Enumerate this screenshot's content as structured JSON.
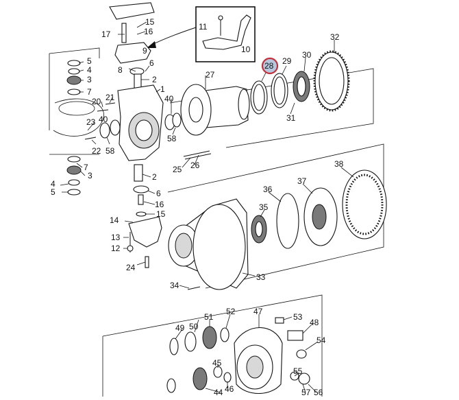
{
  "diagram": {
    "highlighted_part": "28",
    "highlight_color": "#c4303a",
    "highlight_fill": "#b6c6dc",
    "callouts": [
      {
        "label": "15"
      },
      {
        "label": "17"
      },
      {
        "label": "16"
      },
      {
        "label": "11"
      },
      {
        "label": "10"
      },
      {
        "label": "5"
      },
      {
        "label": "4"
      },
      {
        "label": "3"
      },
      {
        "label": "7"
      },
      {
        "label": "8"
      },
      {
        "label": "6"
      },
      {
        "label": "2"
      },
      {
        "label": "1"
      },
      {
        "label": "9"
      },
      {
        "label": "20"
      },
      {
        "label": "21"
      },
      {
        "label": "40"
      },
      {
        "label": "23"
      },
      {
        "label": "22"
      },
      {
        "label": "58"
      },
      {
        "label": "58"
      },
      {
        "label": "40"
      },
      {
        "label": "27"
      },
      {
        "label": "28"
      },
      {
        "label": "29"
      },
      {
        "label": "30"
      },
      {
        "label": "32"
      },
      {
        "label": "31"
      },
      {
        "label": "25"
      },
      {
        "label": "26"
      },
      {
        "label": "7"
      },
      {
        "label": "3"
      },
      {
        "label": "4"
      },
      {
        "label": "5"
      },
      {
        "label": "2"
      },
      {
        "label": "6"
      },
      {
        "label": "16"
      },
      {
        "label": "15"
      },
      {
        "label": "14"
      },
      {
        "label": "13"
      },
      {
        "label": "12"
      },
      {
        "label": "24"
      },
      {
        "label": "36"
      },
      {
        "label": "37"
      },
      {
        "label": "38"
      },
      {
        "label": "35"
      },
      {
        "label": "33"
      },
      {
        "label": "34"
      },
      {
        "label": "49"
      },
      {
        "label": "50"
      },
      {
        "label": "51"
      },
      {
        "label": "52"
      },
      {
        "label": "47"
      },
      {
        "label": "53"
      },
      {
        "label": "48"
      },
      {
        "label": "54"
      },
      {
        "label": "45"
      },
      {
        "label": "55"
      },
      {
        "label": "46"
      },
      {
        "label": "44"
      },
      {
        "label": "57"
      },
      {
        "label": "56"
      }
    ]
  }
}
